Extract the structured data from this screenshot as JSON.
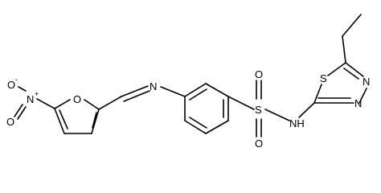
{
  "molecule": {
    "atoms": {
      "nitro_o_minus": "O",
      "nitro_o_minus_charge": "-",
      "nitro_n": "N",
      "nitro_n_charge": "+",
      "nitro_o": "O",
      "furan_o": "O",
      "imine_n": "N",
      "sulfonyl_s": "S",
      "sulfonyl_o_top": "O",
      "sulfonyl_o_bottom": "O",
      "amide_nh": "NH",
      "thiadiazole_s": "S",
      "thiadiazole_n1": "N",
      "thiadiazole_n2": "N"
    }
  }
}
